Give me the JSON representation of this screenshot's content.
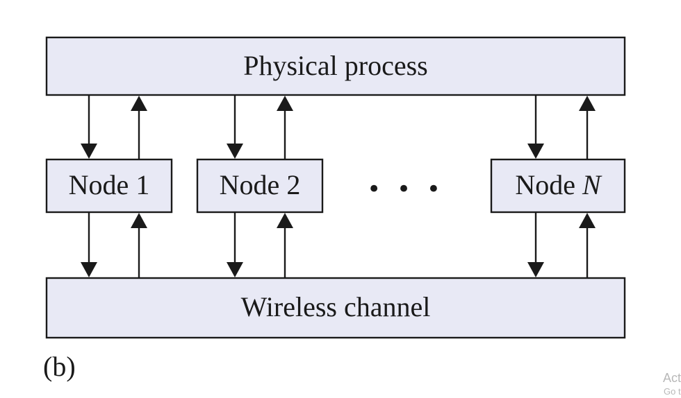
{
  "diagram": {
    "top_box": {
      "label": "Physical process"
    },
    "nodes": [
      {
        "label": "Node 1"
      },
      {
        "label": "Node 2"
      },
      {
        "label_prefix": "Node ",
        "label_var": "N"
      }
    ],
    "ellipsis": "• • •",
    "bottom_box": {
      "label": "Wireless channel"
    },
    "caption": "(b)"
  },
  "watermark": {
    "line1": "Act",
    "line2": "Go t"
  },
  "colors": {
    "box_fill": "#e8e9f5",
    "stroke": "#1a1a1a"
  }
}
